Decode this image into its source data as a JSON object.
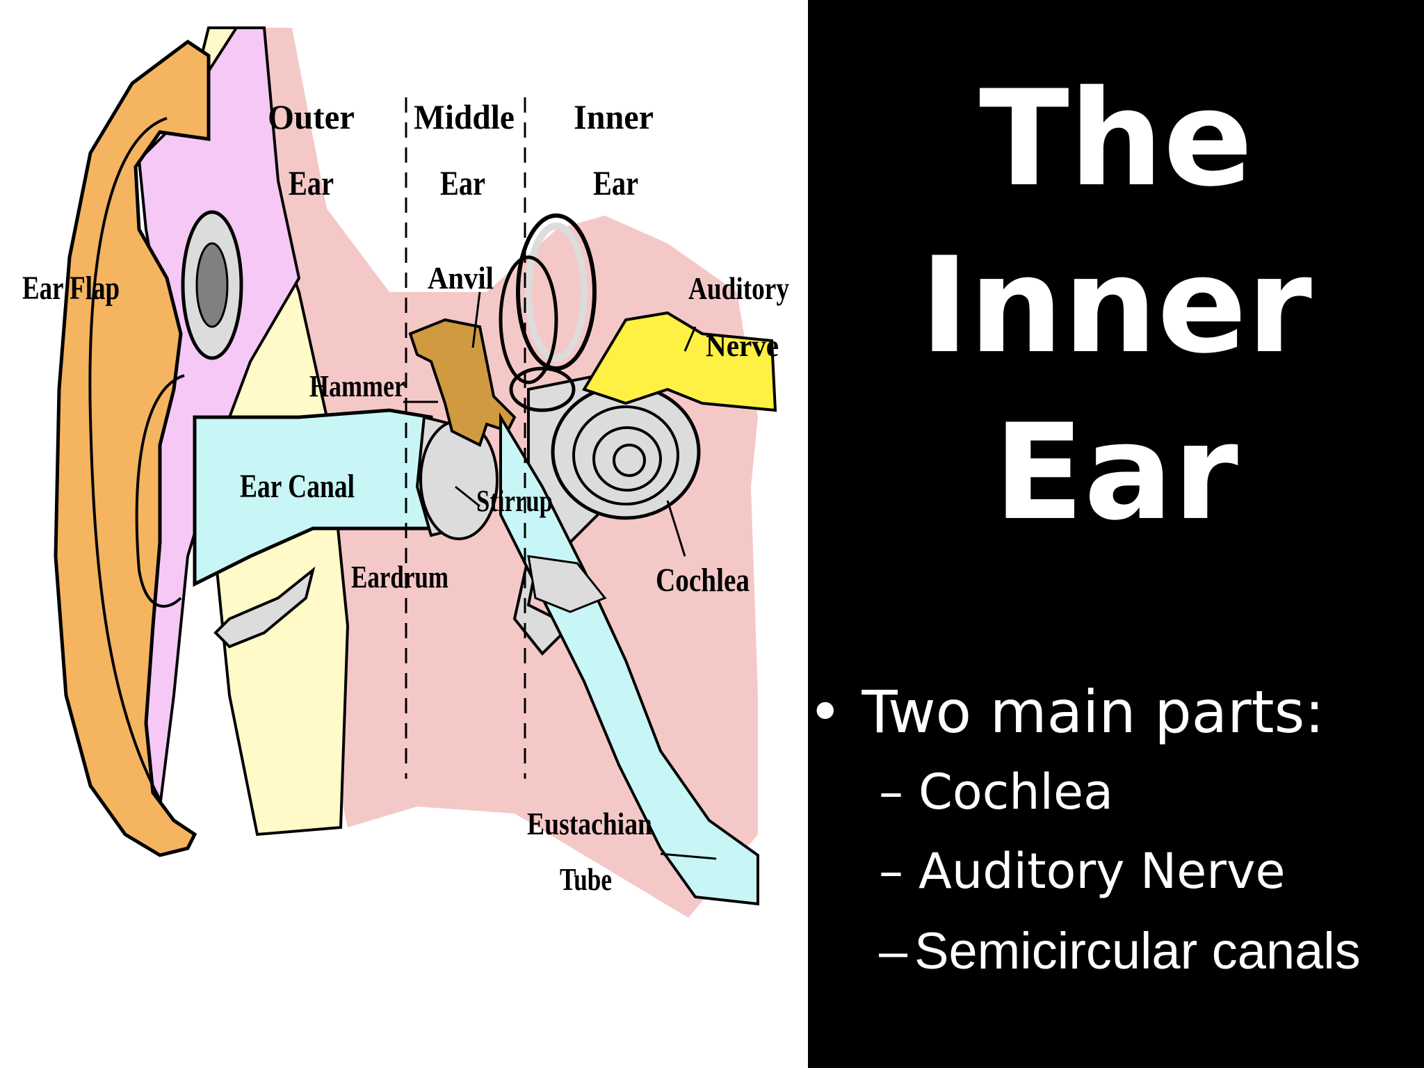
{
  "diagram": {
    "section_headers": {
      "outer": [
        "Outer",
        "Ear"
      ],
      "middle": [
        "Middle",
        "Ear"
      ],
      "inner": [
        "Inner",
        "Ear"
      ]
    },
    "labels": {
      "ear_flap": "Ear Flap",
      "anvil": "Anvil",
      "auditory_nerve": [
        "Auditory",
        "Nerve"
      ],
      "hammer": "Hammer",
      "ear_canal": "Ear Canal",
      "stirrup": "Stirrup",
      "eardrum": "Eardrum",
      "cochlea": "Cochlea",
      "eustachian_tube": [
        "Eustachian",
        "Tube"
      ]
    },
    "colors": {
      "ear_flap": "#F5B460",
      "skin_pink": "#F5C8C8",
      "cartilage_yellow": "#FFFAC8",
      "canal_blue": "#C8F5F5",
      "flap_lilac": "#F5C8F5",
      "bone_gray": "#DCDCDC",
      "ossicle_brown": "#D09A40",
      "nerve_yellow": "#FFF044"
    }
  },
  "slide": {
    "title_lines": [
      "The",
      "Inner",
      "Ear"
    ],
    "bullet_marker": "•",
    "bullet_text": "Two main parts:",
    "sub_marker": "–",
    "sub_items": [
      "Cochlea",
      "Auditory Nerve",
      "Semicircular canals"
    ]
  }
}
